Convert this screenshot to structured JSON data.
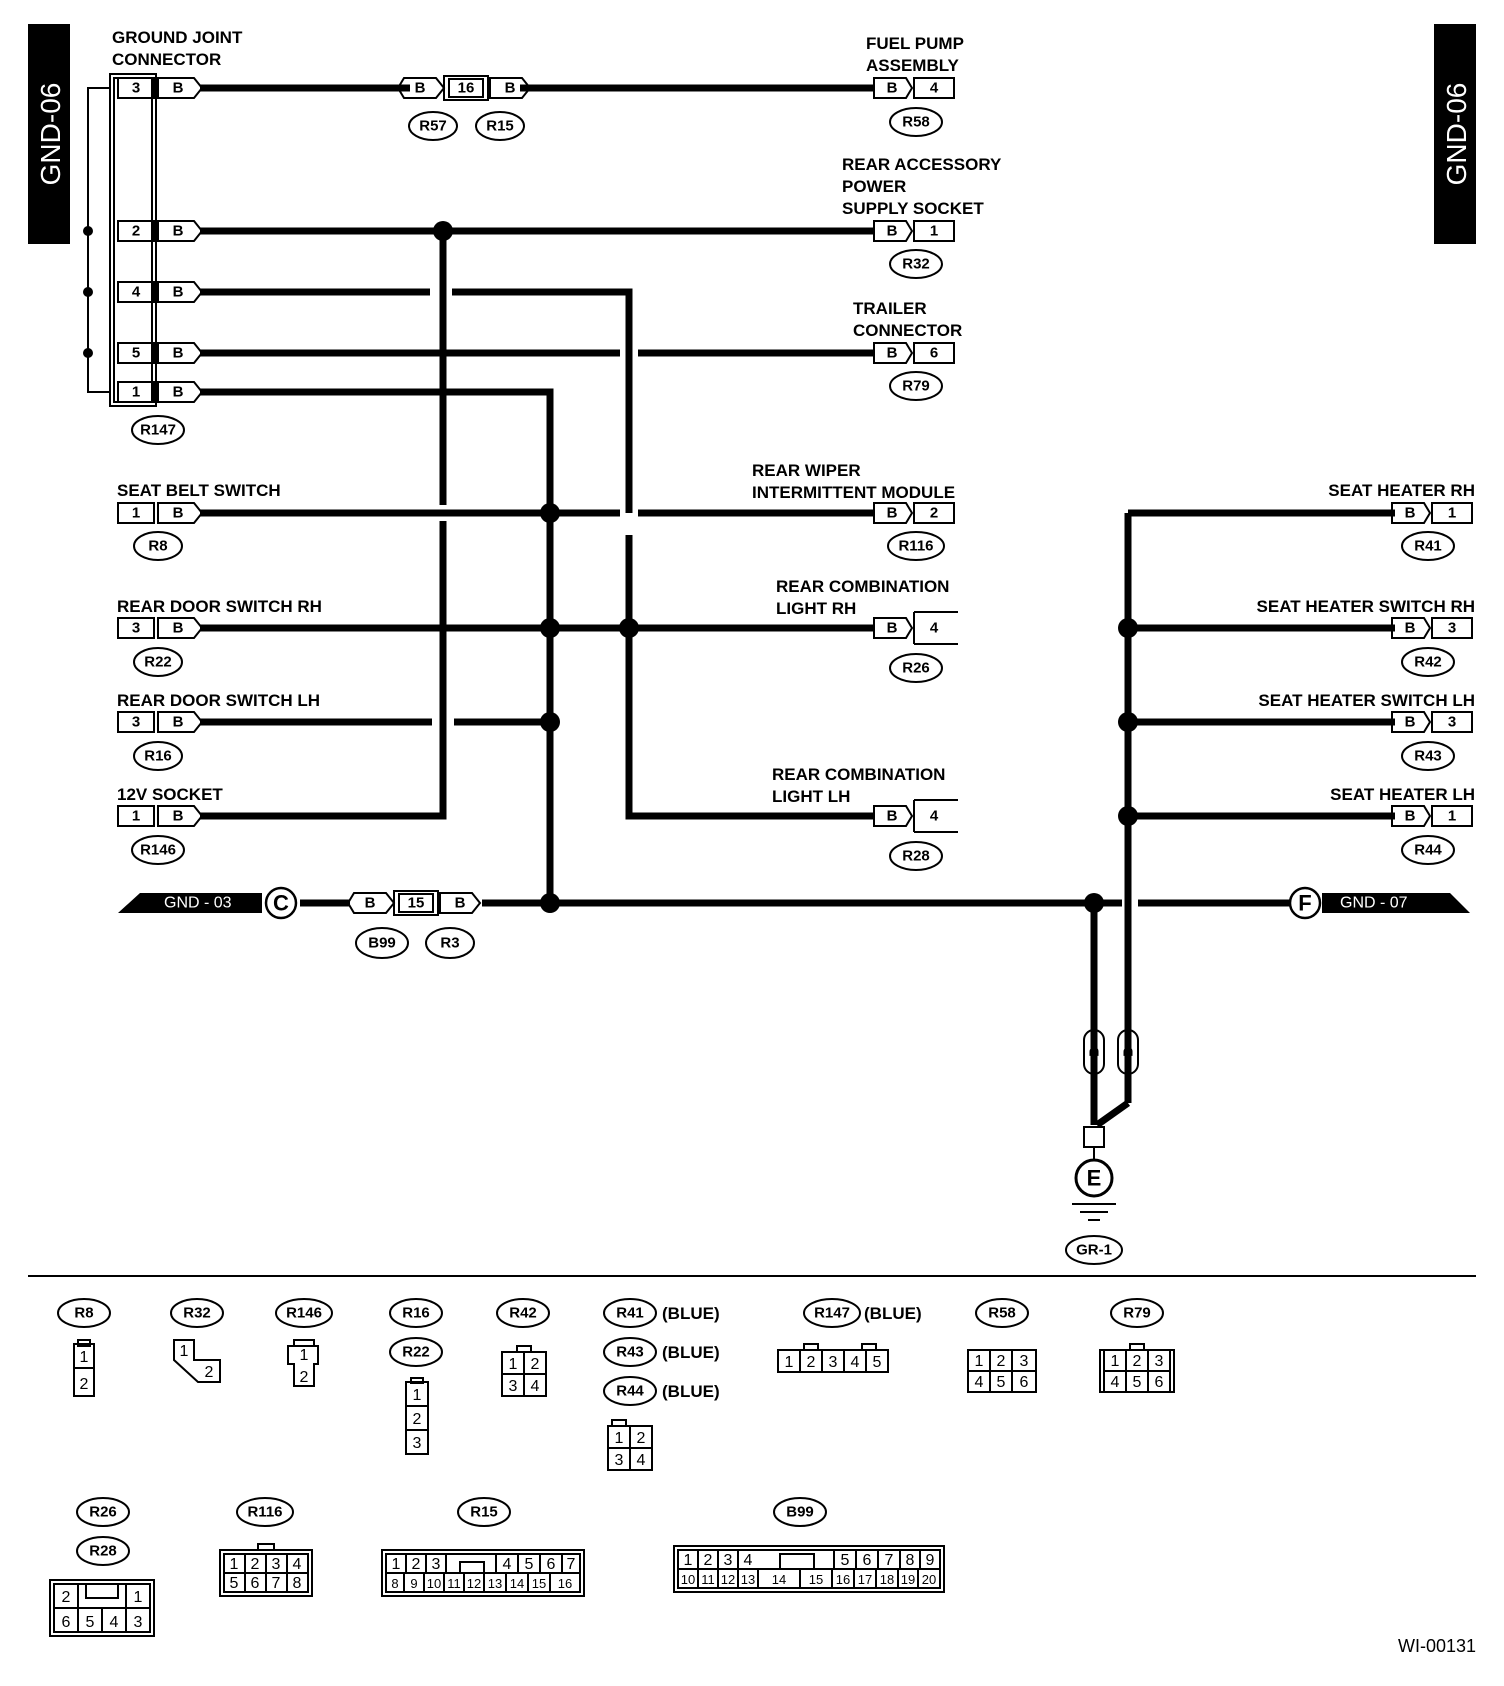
{
  "page": {
    "side_tab": "GND-06",
    "footer_code": "WI-00131"
  },
  "labels": {
    "ground_joint": [
      "GROUND JOINT",
      "CONNECTOR"
    ],
    "fuel_pump": [
      "FUEL PUMP",
      "ASSEMBLY"
    ],
    "rear_accessory": [
      "REAR ACCESSORY",
      "POWER",
      "SUPPLY SOCKET"
    ],
    "trailer": [
      "TRAILER",
      "CONNECTOR"
    ],
    "seat_belt": [
      "SEAT BELT SWITCH"
    ],
    "rear_wiper": [
      "REAR WIPER",
      "INTERMITTENT MODULE"
    ],
    "rear_door_rh": [
      "REAR DOOR SWITCH RH"
    ],
    "rear_comb_rh": [
      "REAR COMBINATION",
      "LIGHT RH"
    ],
    "rear_door_lh": [
      "REAR DOOR SWITCH LH"
    ],
    "socket_12v": [
      "12V SOCKET"
    ],
    "rear_comb_lh": [
      "REAR COMBINATION",
      "LIGHT LH"
    ],
    "seat_heater_rh": [
      "SEAT HEATER RH"
    ],
    "seat_heater_switch_rh": [
      "SEAT HEATER SWITCH RH"
    ],
    "seat_heater_switch_lh": [
      "SEAT HEATER SWITCH LH"
    ],
    "seat_heater_lh": [
      "SEAT HEATER LH"
    ]
  },
  "wire_color": "B",
  "ground_point": "E",
  "ground_id": "GR-1",
  "offpage": {
    "left": {
      "label": "GND - 03",
      "letter": "C"
    },
    "right": {
      "label": "GND - 07",
      "letter": "F"
    }
  },
  "connectors": {
    "joint": {
      "id": "R147",
      "pins": [
        "3",
        "2",
        "4",
        "5",
        "1"
      ]
    },
    "inline_top": {
      "left_id": "R57",
      "right_id": "R15",
      "pin": "16"
    },
    "inline_bottom": {
      "left_id": "B99",
      "right_id": "R3",
      "pin": "15"
    },
    "fuel_pump": {
      "id": "R58",
      "pin": "4"
    },
    "rear_accessory": {
      "id": "R32",
      "pin": "1"
    },
    "trailer": {
      "id": "R79",
      "pin": "6"
    },
    "seat_belt": {
      "id": "R8",
      "pin": "1"
    },
    "rear_wiper": {
      "id": "R116",
      "pin": "2"
    },
    "rear_door_rh": {
      "id": "R22",
      "pin": "3"
    },
    "rear_comb_rh": {
      "id": "R26",
      "pin": "4"
    },
    "rear_door_lh": {
      "id": "R16",
      "pin": "3"
    },
    "socket_12v": {
      "id": "R146",
      "pin": "1"
    },
    "rear_comb_lh": {
      "id": "R28",
      "pin": "4"
    },
    "seat_heater_rh": {
      "id": "R41",
      "pin": "1"
    },
    "seat_heater_switch_rh": {
      "id": "R42",
      "pin": "3"
    },
    "seat_heater_switch_lh": {
      "id": "R43",
      "pin": "3"
    },
    "seat_heater_lh": {
      "id": "R44",
      "pin": "1"
    }
  },
  "faceplates": {
    "r8": {
      "id": "R8",
      "pins": [
        "1",
        "2"
      ]
    },
    "r32": {
      "id": "R32",
      "pins": [
        "1",
        "2"
      ]
    },
    "r146": {
      "id": "R146",
      "pins": [
        "1",
        "2"
      ]
    },
    "r16_r22": {
      "ids": [
        "R16",
        "R22"
      ],
      "pins": [
        "1",
        "2",
        "3"
      ]
    },
    "r42": {
      "id": "R42",
      "pins": [
        "1",
        "2",
        "3",
        "4"
      ]
    },
    "r41_r43_r44": {
      "ids": [
        "R41",
        "R43",
        "R44"
      ],
      "note": "(BLUE)",
      "pins": [
        "1",
        "2",
        "3",
        "4"
      ]
    },
    "r147": {
      "id": "R147",
      "note": "(BLUE)",
      "pins": [
        "1",
        "2",
        "3",
        "4",
        "5"
      ]
    },
    "r58": {
      "id": "R58",
      "pins": [
        "1",
        "2",
        "3",
        "4",
        "5",
        "6"
      ]
    },
    "r79": {
      "id": "R79",
      "pins": [
        "1",
        "2",
        "3",
        "4",
        "5",
        "6"
      ]
    },
    "r26_r28": {
      "ids": [
        "R26",
        "R28"
      ],
      "pins_top": [
        "2",
        "1"
      ],
      "pins_bottom": [
        "6",
        "5",
        "4",
        "3"
      ]
    },
    "r116": {
      "id": "R116",
      "pins": [
        "1",
        "2",
        "3",
        "4",
        "5",
        "6",
        "7",
        "8"
      ]
    },
    "r15": {
      "id": "R15",
      "pins_top": [
        "1",
        "2",
        "3",
        "4",
        "5",
        "6",
        "7"
      ],
      "pins_bottom": [
        "8",
        "9",
        "10",
        "11",
        "12",
        "13",
        "14",
        "15",
        "16"
      ]
    },
    "b99": {
      "id": "B99",
      "pins_top": [
        "1",
        "2",
        "3",
        "4",
        "5",
        "6",
        "7",
        "8",
        "9"
      ],
      "pins_bottom": [
        "10",
        "11",
        "12",
        "13",
        "14",
        "15",
        "16",
        "17",
        "18",
        "19",
        "20"
      ]
    }
  }
}
